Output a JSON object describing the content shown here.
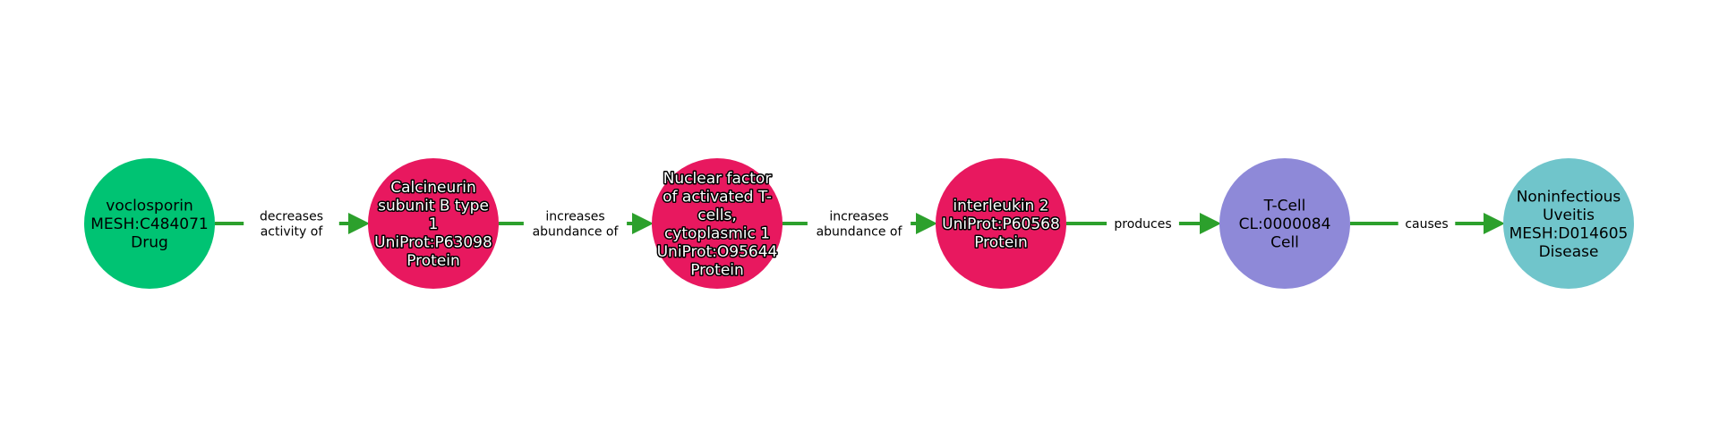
{
  "graph": {
    "edge_color": "#2ca02c",
    "nodes": [
      {
        "name": "voclosporin",
        "lines": [
          "voclosporin",
          "MESH:C484071",
          "Drug"
        ],
        "color": "#00c373",
        "outlined": false
      },
      {
        "name": "calcineurin-subunit-b-type-1",
        "lines": [
          "Calcineurin",
          "subunit B type",
          "1",
          "UniProt:P63098",
          "Protein"
        ],
        "color": "#e8185f",
        "outlined": true
      },
      {
        "name": "nfatc1",
        "lines": [
          "Nuclear factor",
          "of activated T-",
          "cells,",
          "cytoplasmic 1",
          "UniProt:O95644",
          "Protein"
        ],
        "color": "#e8185f",
        "outlined": true
      },
      {
        "name": "interleukin-2",
        "lines": [
          "interleukin 2",
          "UniProt:P60568",
          "Protein"
        ],
        "color": "#e8185f",
        "outlined": true
      },
      {
        "name": "t-cell",
        "lines": [
          "T-Cell",
          "CL:0000084",
          "Cell"
        ],
        "color": "#8e89d8",
        "outlined": false
      },
      {
        "name": "noninfectious-uveitis",
        "lines": [
          "Noninfectious",
          "Uveitis",
          "MESH:D014605",
          "Disease"
        ],
        "color": "#70c5cb",
        "outlined": false
      }
    ],
    "edges": [
      {
        "lines": [
          "decreases",
          "activity of"
        ]
      },
      {
        "lines": [
          "increases",
          "abundance of"
        ]
      },
      {
        "lines": [
          "increases",
          "abundance of"
        ]
      },
      {
        "lines": [
          "produces"
        ]
      },
      {
        "lines": [
          "causes"
        ]
      }
    ]
  }
}
